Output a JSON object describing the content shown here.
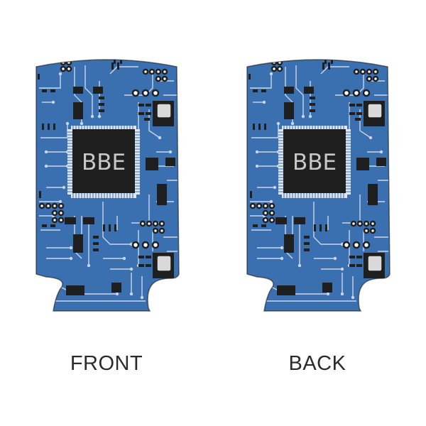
{
  "product": {
    "type": "slim can koozie",
    "pattern": "circuit board",
    "monogram": "BBE",
    "colors": {
      "board": "#3a6fb0",
      "trace": "#c9d6e6",
      "chip": "#1f1f1f",
      "monogram_text": "#c8c8c8",
      "outline": "#1a1a1a",
      "label_text": "#2b2b2b"
    }
  },
  "views": [
    {
      "id": "front",
      "label": "FRONT",
      "monogram": "BBE"
    },
    {
      "id": "back",
      "label": "BACK",
      "monogram": "BBE"
    }
  ]
}
